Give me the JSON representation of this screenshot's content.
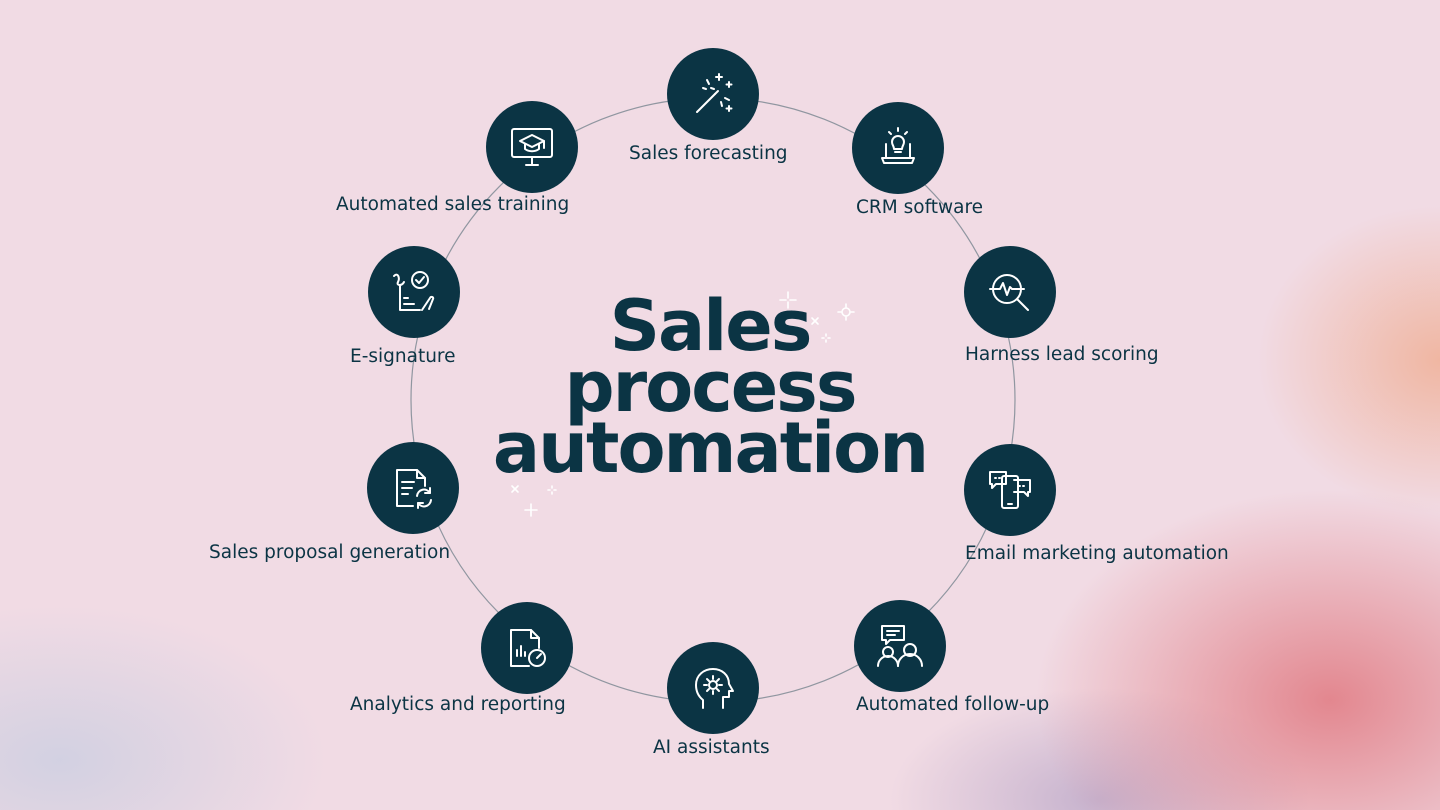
{
  "title": {
    "line1": "Sales",
    "line2": "process",
    "line3": "automation"
  },
  "colors": {
    "node_fill": "#0b3444",
    "text": "#0b3444",
    "background": "#f1dbe4"
  },
  "nodes": [
    {
      "label": "Sales forecasting",
      "icon": "magic-wand-sparkles-icon"
    },
    {
      "label": "CRM software",
      "icon": "lightbulb-laptop-icon"
    },
    {
      "label": "Harness lead scoring",
      "icon": "magnifier-pulse-icon"
    },
    {
      "label": "Email marketing automation",
      "icon": "chat-bubbles-phone-icon"
    },
    {
      "label": "Automated follow-up",
      "icon": "people-chat-icon"
    },
    {
      "label": "AI assistants",
      "icon": "head-gear-icon"
    },
    {
      "label": "Analytics and reporting",
      "icon": "report-gauge-icon"
    },
    {
      "label": "Sales proposal generation",
      "icon": "document-refresh-icon"
    },
    {
      "label": "E-signature",
      "icon": "signature-check-icon"
    },
    {
      "label": "Automated sales training",
      "icon": "monitor-graduation-cap-icon"
    }
  ]
}
